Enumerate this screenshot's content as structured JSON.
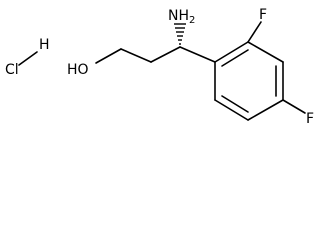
{
  "molecule": {
    "salt": {
      "chlorine": "Cl",
      "hydrogen": "H"
    },
    "labels": {
      "hydroxyl": "HO",
      "amino": "NH",
      "amino_subscript": "2",
      "fluoro_ortho": "F",
      "fluoro_para": "F"
    },
    "stereo": "wedge-hash"
  }
}
